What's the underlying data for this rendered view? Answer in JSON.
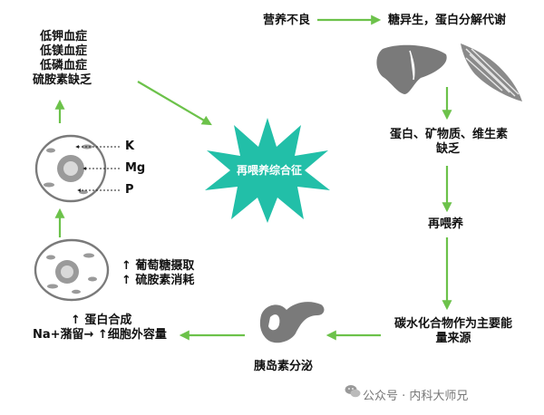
{
  "center": {
    "label": "再喂养综合征"
  },
  "nodes": {
    "malnutrition": "营养不良",
    "gluconeogenesis": "糖异生，蛋白分解代谢",
    "deficiency": [
      "蛋白、矿物质、维生素",
      "缺乏"
    ],
    "refeeding": "再喂养",
    "carbohydrate": [
      "碳水化合物作为主要能",
      "量来源"
    ],
    "insulin": "胰岛素分泌",
    "retention": [
      "↑ 蛋白合成",
      "Na+潴留→ ↑细胞外容量"
    ],
    "glucose": [
      "↑ 葡萄糖摄取",
      "↑ 硫胺素消耗"
    ],
    "electrolytes": [
      "低钾血症",
      "低镁血症",
      "低磷血症",
      "硫胺素缺乏"
    ]
  },
  "cell_ions": [
    "K",
    "Mg",
    "P"
  ],
  "icons": [
    "liver-icon",
    "muscle-icon",
    "pancreas-icon",
    "cell-icon",
    "cell-icon",
    "starburst-icon",
    "wechat-icon"
  ],
  "watermark": "公众号 · 内科大师兄",
  "colors": {
    "arrow": "#6cc24a",
    "starburst": "#22bfa8",
    "icon_gray": "#7a7a7a"
  }
}
